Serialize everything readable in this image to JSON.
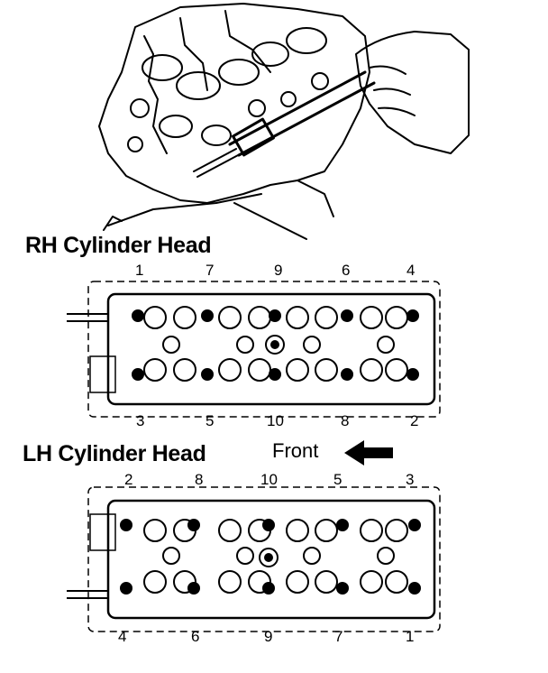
{
  "rh_head": {
    "title": "RH Cylinder Head",
    "top_numbers": [
      "1",
      "7",
      "9",
      "6",
      "4"
    ],
    "bottom_numbers": [
      "3",
      "5",
      "10",
      "8",
      "2"
    ]
  },
  "lh_head": {
    "title": "LH Cylinder Head",
    "top_numbers": [
      "2",
      "8",
      "10",
      "5",
      "3"
    ],
    "bottom_numbers": [
      "4",
      "6",
      "9",
      "7",
      "1"
    ]
  },
  "front_label": "Front"
}
